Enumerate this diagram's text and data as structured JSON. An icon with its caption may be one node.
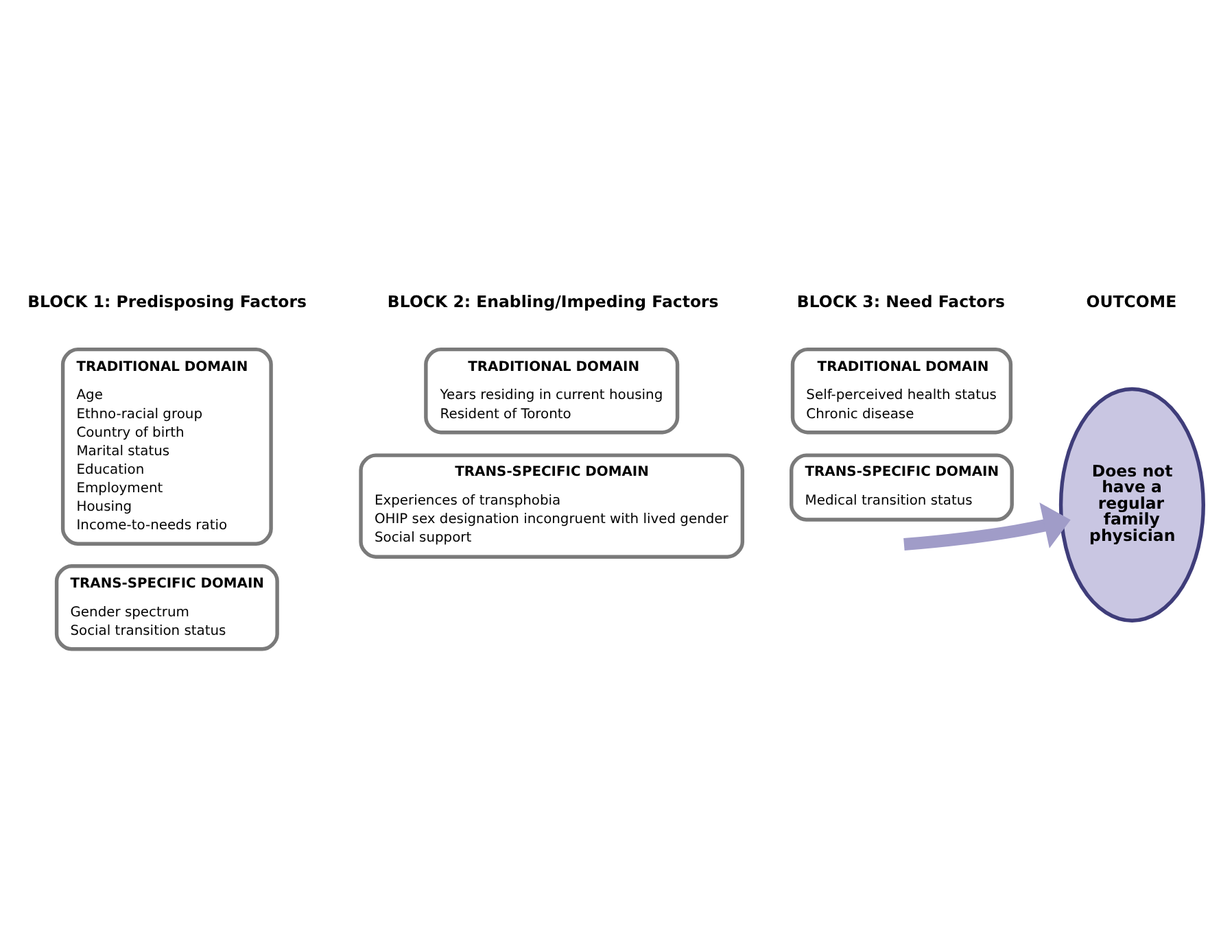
{
  "diagram": {
    "nodes": [
      {
        "text": [
          "TRADITIONAL DOMAIN",
          "Age",
          "Ethno-racial group",
          "Country of birth",
          "Marital status",
          "Education",
          "Employment",
          "Housing",
          "Income-to-needs ratio"
        ]
      },
      {
        "text": [
          "TRANS-SPECIFIC DOMAIN",
          "Gender spectrum",
          "Social transition status"
        ]
      },
      {
        "text": [
          "TRADITIONAL DOMAIN",
          "Years residing in current housing",
          "Resident of Toronto"
        ]
      },
      {
        "text": [
          "TRANS-SPECIFIC DOMAIN",
          "Experiences of transphobia",
          "OHIP sex designation incongruent with lived gender",
          "Social support"
        ]
      },
      {
        "text": [
          "TRADITIONAL DOMAIN",
          "Self-perceived health status",
          "Chronic disease"
        ]
      },
      {
        "text": [
          "TRANS-SPECIFIC DOMAIN",
          "Medical transition status"
        ]
      },
      {
        "text": [
          "Does not have a regular family physician"
        ]
      }
    ],
    "edges": [
      {
        "from": null,
        "to": 6,
        "arrow": "to",
        "color": "#a09cc8"
      }
    ],
    "labels": [
      "BLOCK 1: Predisposing Factors",
      "BLOCK 2: Enabling/Impeding Factors",
      "BLOCK 3: Need Factors",
      "OUTCOME"
    ]
  }
}
